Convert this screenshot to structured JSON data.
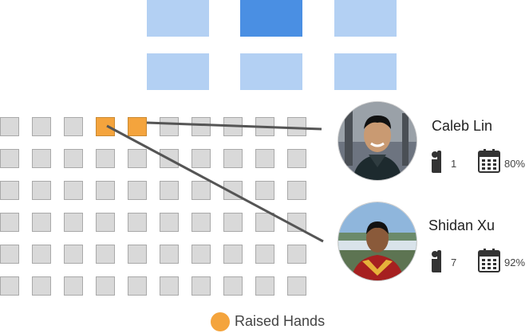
{
  "colors": {
    "light_block": "#b3d0f3",
    "dark_block": "#4a8fe3",
    "seat": "#d9d9d9",
    "raised": "#f4a43d",
    "line": "#555555"
  },
  "top_blocks": [
    {
      "name": "block-1",
      "state": "light"
    },
    {
      "name": "block-2",
      "state": "dark"
    },
    {
      "name": "block-3",
      "state": "light"
    },
    {
      "name": "block-4",
      "state": "light"
    },
    {
      "name": "block-5",
      "state": "light"
    },
    {
      "name": "block-6",
      "state": "light"
    }
  ],
  "seat_grid": {
    "rows": 6,
    "cols": 10,
    "raised_seats": [
      [
        0,
        3
      ],
      [
        0,
        4
      ]
    ]
  },
  "students": [
    {
      "name": "Caleb Lin",
      "hands_raised": "1",
      "attendance": "80%"
    },
    {
      "name": "Shidan Xu",
      "hands_raised": "7",
      "attendance": "92%"
    }
  ],
  "legend": {
    "label": "Raised Hands",
    "icon": "circle-orange"
  },
  "icons": {
    "hand": "raised-hand-icon",
    "calendar": "calendar-icon"
  }
}
